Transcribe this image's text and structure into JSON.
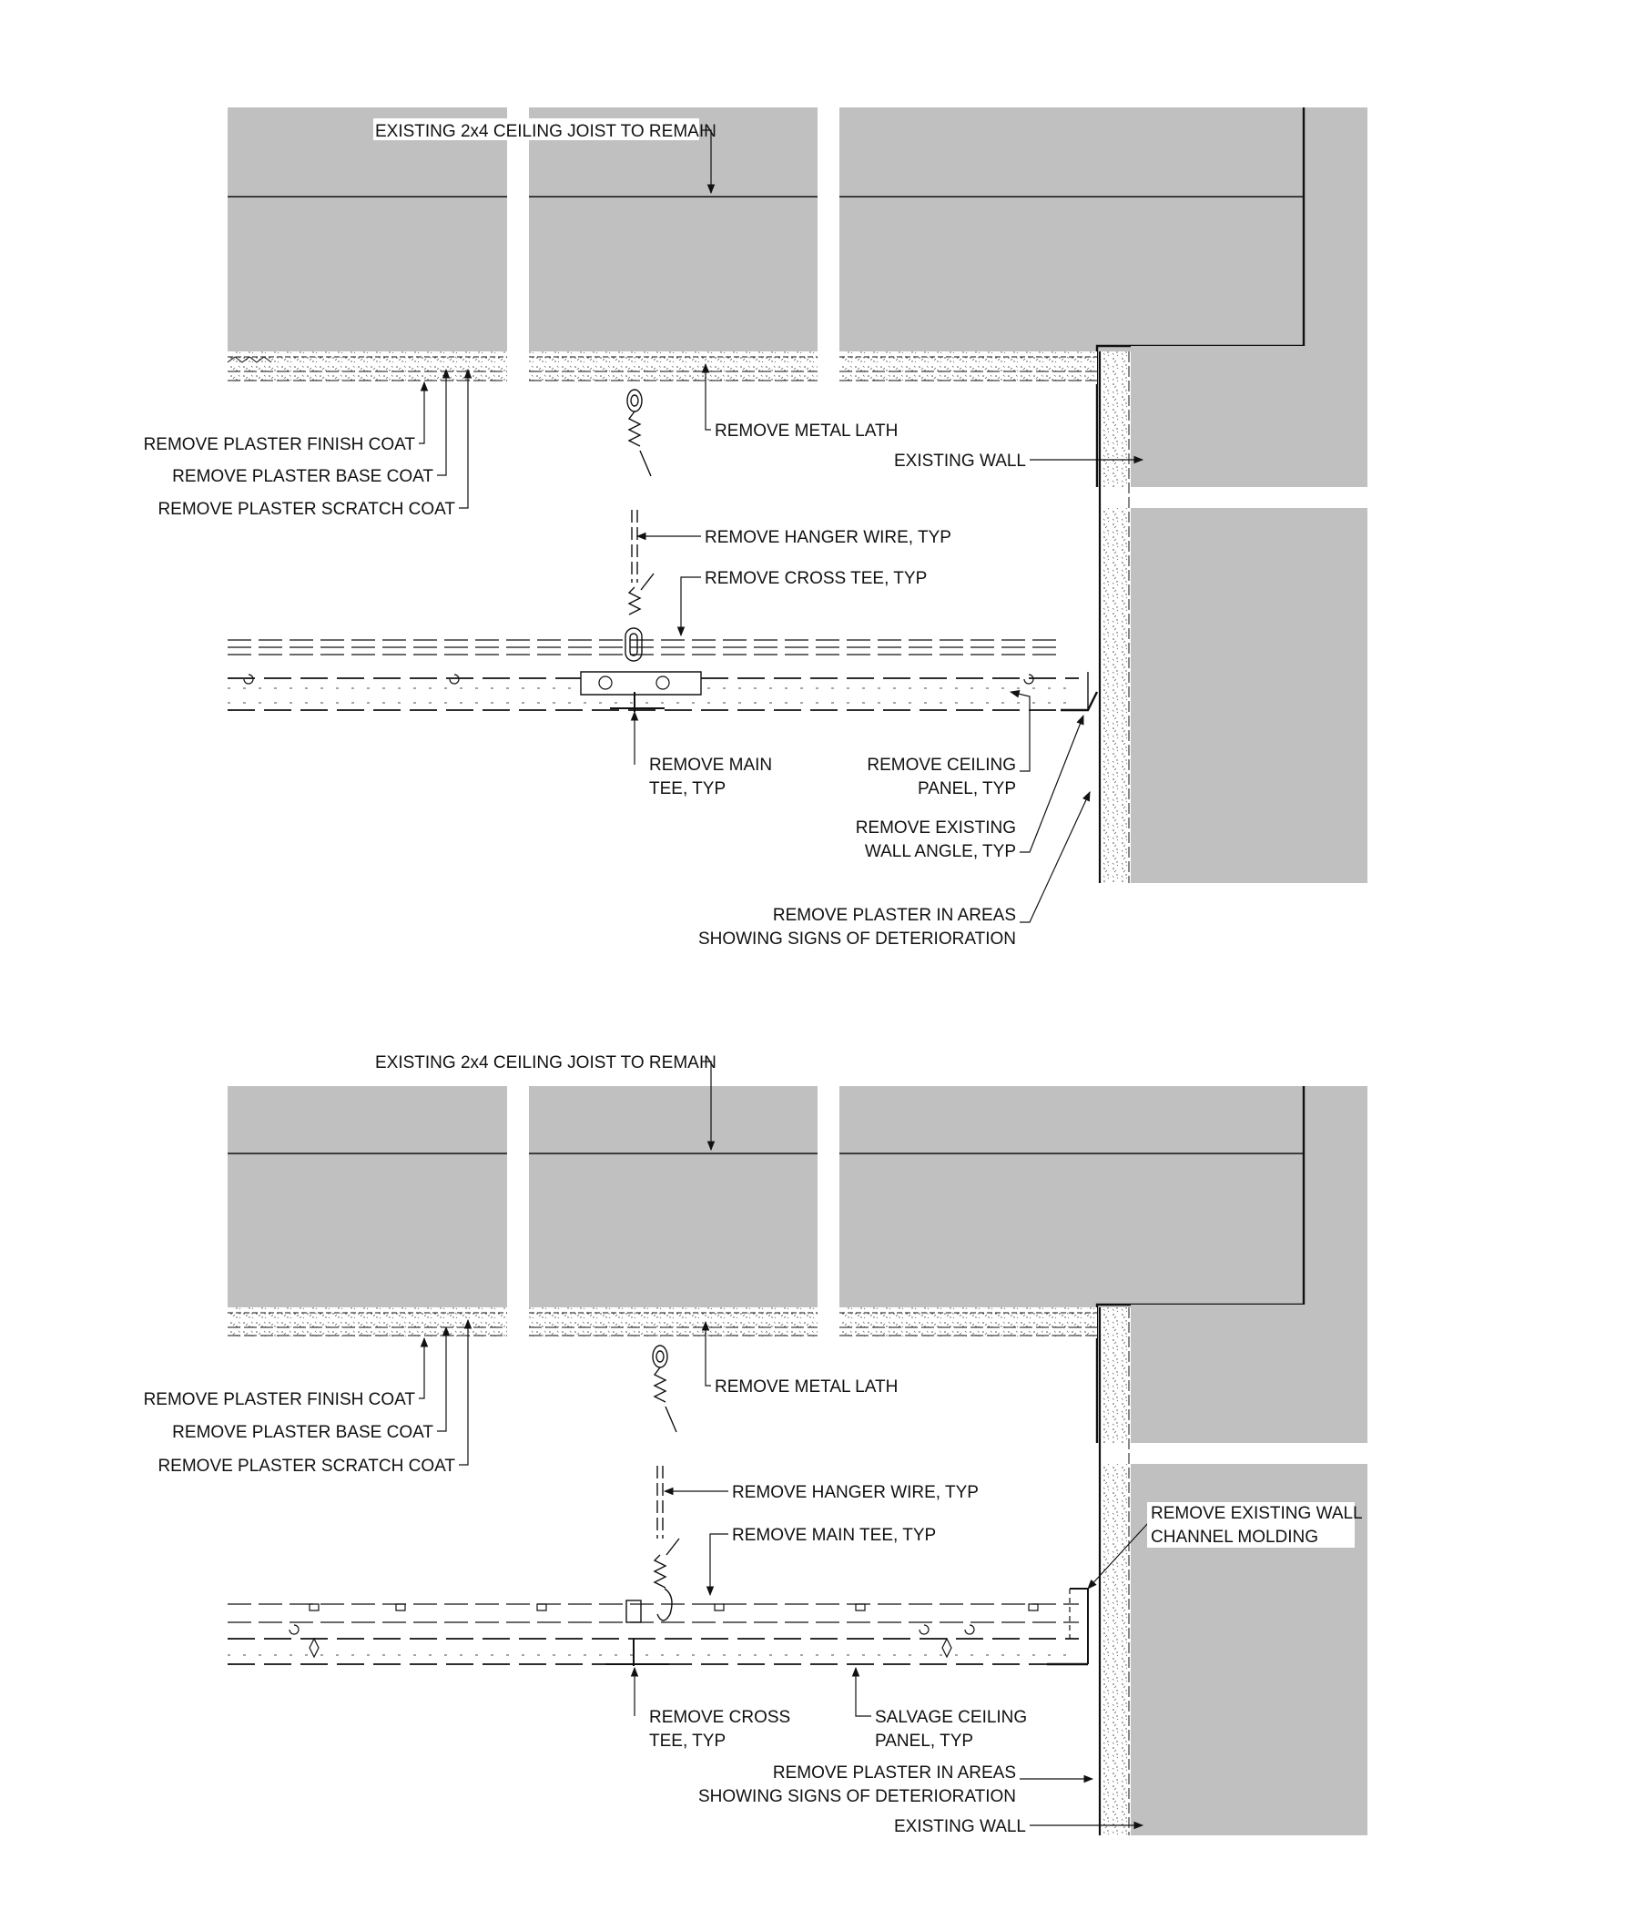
{
  "colors": {
    "mass": "#c0c0c0",
    "ink": "#111111",
    "paper": "#ffffff"
  },
  "detail_top": {
    "joist_label": "EXISTING 2x4 CEILING JOIST TO REMAIN",
    "finish_coat": "REMOVE PLASTER FINISH COAT",
    "base_coat": "REMOVE PLASTER BASE COAT",
    "scratch_coat": "REMOVE PLASTER SCRATCH COAT",
    "metal_lath": "REMOVE METAL LATH",
    "existing_wall": "EXISTING WALL",
    "hanger_wire": "REMOVE HANGER WIRE, TYP",
    "cross_tee": "REMOVE CROSS TEE, TYP",
    "main_tee_1": "REMOVE MAIN",
    "main_tee_2": "TEE, TYP",
    "ceiling_panel_1": "REMOVE CEILING",
    "ceiling_panel_2": "PANEL, TYP",
    "wall_angle_1": "REMOVE EXISTING",
    "wall_angle_2": "WALL ANGLE, TYP",
    "plaster_areas_1": "REMOVE PLASTER IN AREAS",
    "plaster_areas_2": "SHOWING SIGNS OF DETERIORATION"
  },
  "detail_bottom": {
    "joist_label": "EXISTING 2x4 CEILING JOIST TO REMAIN",
    "finish_coat": "REMOVE PLASTER FINISH COAT",
    "base_coat": "REMOVE PLASTER BASE COAT",
    "scratch_coat": "REMOVE PLASTER SCRATCH COAT",
    "metal_lath": "REMOVE METAL LATH",
    "hanger_wire": "REMOVE HANGER WIRE, TYP",
    "main_tee": "REMOVE MAIN TEE, TYP",
    "channel_molding_1": "REMOVE EXISTING WALL",
    "channel_molding_2": "CHANNEL MOLDING",
    "cross_tee_1": "REMOVE CROSS",
    "cross_tee_2": "TEE, TYP",
    "salvage_panel_1": "SALVAGE CEILING",
    "salvage_panel_2": "PANEL, TYP",
    "plaster_areas_1": "REMOVE PLASTER IN AREAS",
    "plaster_areas_2": "SHOWING SIGNS OF DETERIORATION",
    "existing_wall": "EXISTING WALL"
  }
}
